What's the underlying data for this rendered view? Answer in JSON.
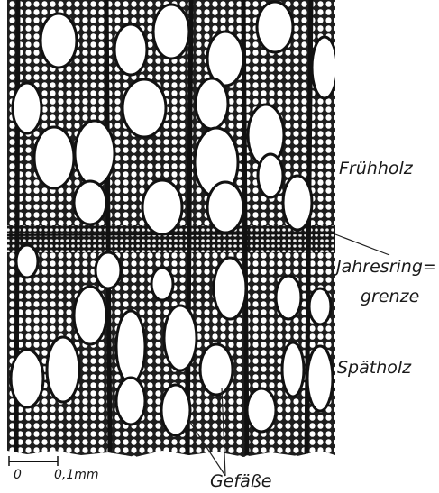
{
  "labels": {
    "fruehholz": "Frühholz",
    "jahresring_line1": "Jahresring=",
    "jahresring_line2": "grenze",
    "spaetholz": "Spätholz",
    "gefaesse": "Gefäße"
  },
  "scale_bar": {
    "zero": "0",
    "length": "0,1mm"
  },
  "colors": {
    "cell_wall": "#111111",
    "lumen": "#ffffff",
    "background": "#ffffff",
    "text": "#1a1a1a"
  }
}
